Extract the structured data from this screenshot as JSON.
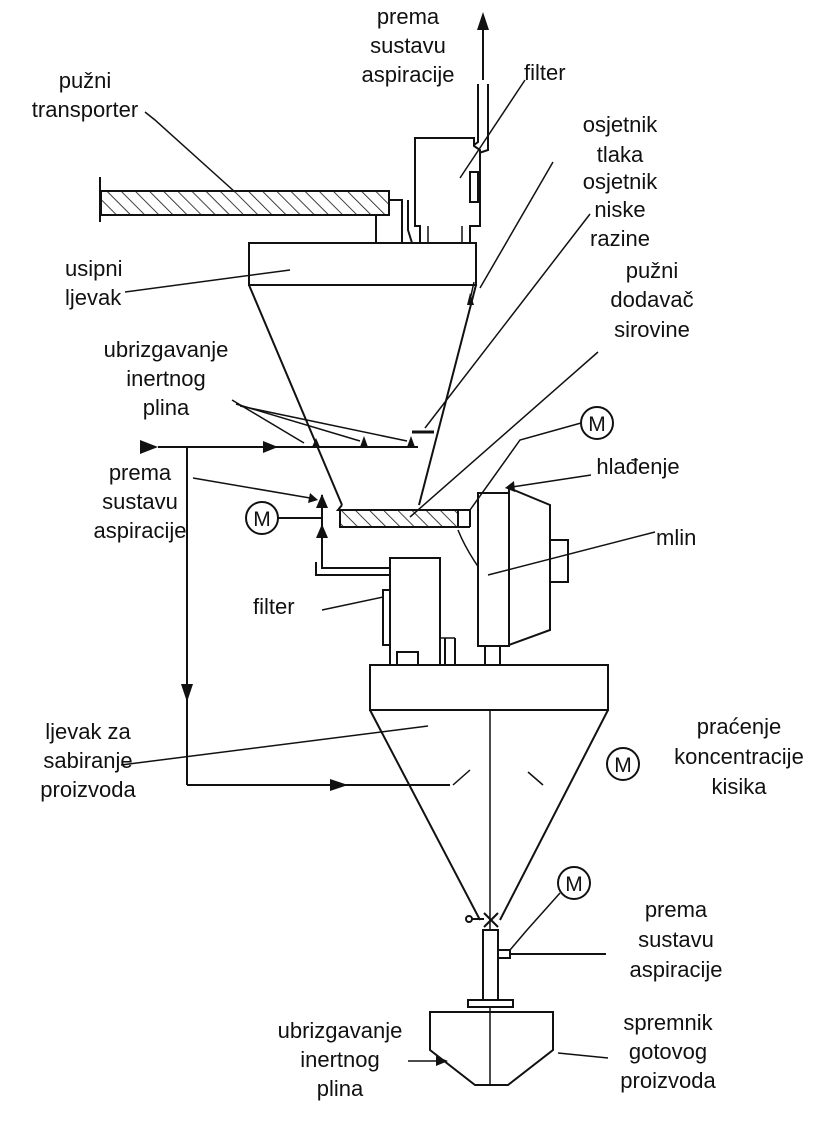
{
  "labels": {
    "to_aspiration_top": [
      "prema",
      "sustavu",
      "aspiracije"
    ],
    "filter_top": [
      "filter"
    ],
    "screw_conveyor": [
      "pužni",
      "transporter"
    ],
    "pressure_sensor": [
      "osjetnik",
      "tlaka"
    ],
    "low_level_sensor": [
      "osjetnik",
      "niske",
      "razine"
    ],
    "inlet_hopper": [
      "usipni",
      "ljevak"
    ],
    "screw_feeder": [
      "pužni",
      "dodavač",
      "sirovine"
    ],
    "inert_gas_upper": [
      "ubrizgavanje",
      "inertnog",
      "plina"
    ],
    "cooling": [
      "hlađenje"
    ],
    "to_aspiration_mid": [
      "prema",
      "sustavu",
      "aspiracije"
    ],
    "mill": [
      "mlin"
    ],
    "filter_mid": [
      "filter"
    ],
    "collection_hopper": [
      "ljevak za",
      "sabiranje",
      "proizvoda"
    ],
    "oxygen_monitoring": [
      "praćenje",
      "koncentracije",
      "kisika"
    ],
    "to_aspiration_bottom": [
      "prema",
      "sustavu",
      "aspiracije"
    ],
    "product_tank": [
      "spremnik",
      "gotovog",
      "proizvoda"
    ],
    "inert_gas_lower": [
      "ubrizgavanje",
      "inertnog",
      "plina"
    ]
  },
  "monitor_symbol": "M"
}
